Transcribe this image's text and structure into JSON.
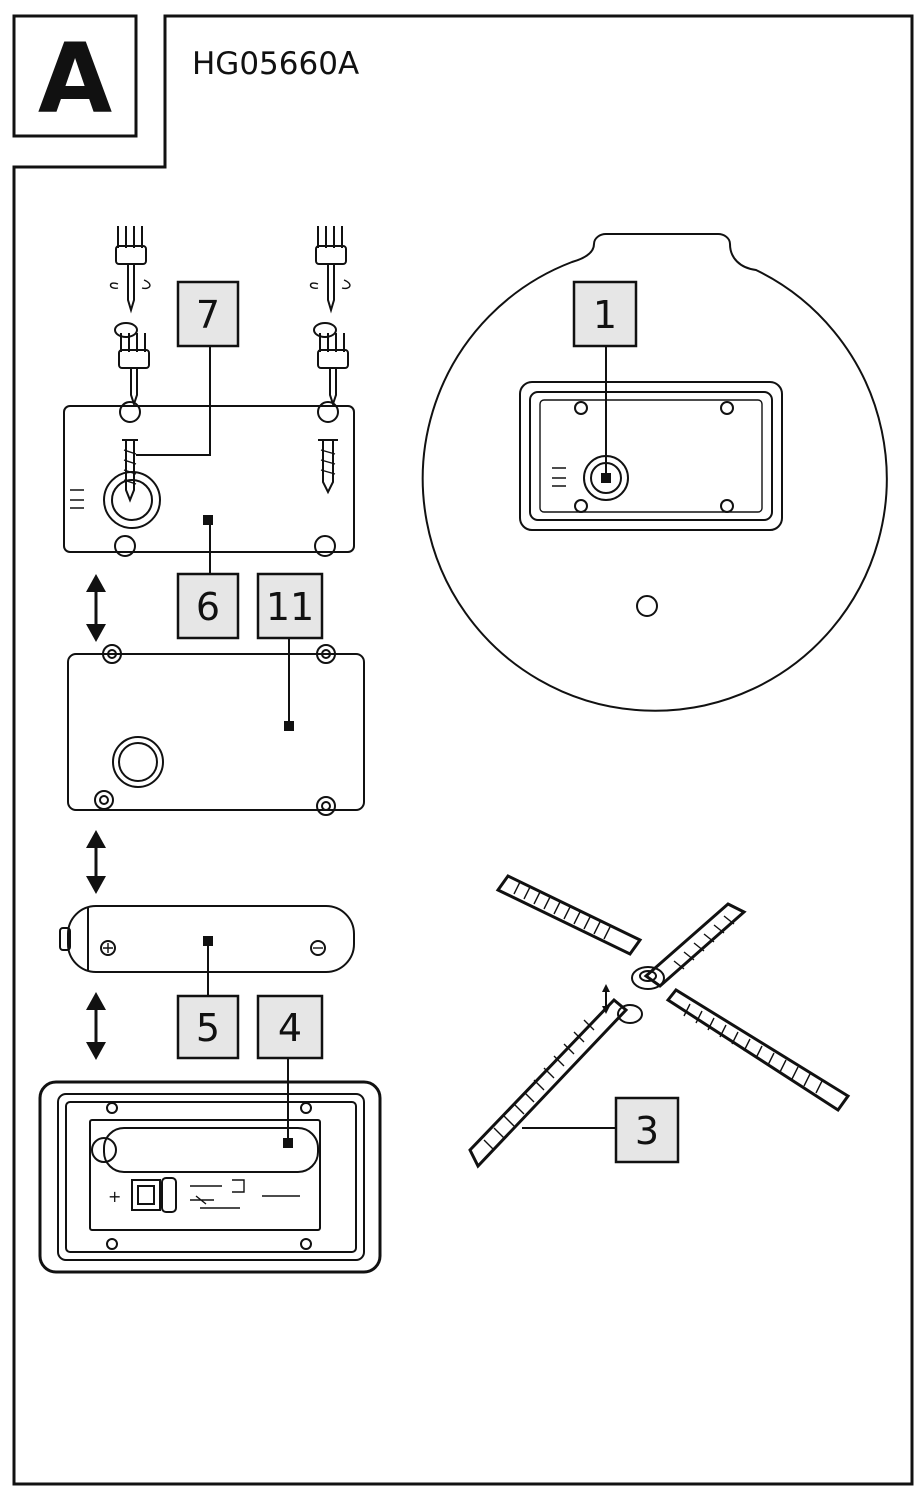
{
  "header": {
    "section_letter": "A",
    "model_code": "HG05660A"
  },
  "callouts": [
    {
      "id": "7",
      "label": "7"
    },
    {
      "id": "1",
      "label": "1"
    },
    {
      "id": "6",
      "label": "6"
    },
    {
      "id": "11",
      "label": "11"
    },
    {
      "id": "5",
      "label": "5"
    },
    {
      "id": "4",
      "label": "4"
    },
    {
      "id": "3",
      "label": "3"
    }
  ],
  "battery_holder": {
    "plus_symbol": "+"
  },
  "colors": {
    "ink": "#111111",
    "callout_fill": "#e6e6e6",
    "background": "#ffffff"
  }
}
